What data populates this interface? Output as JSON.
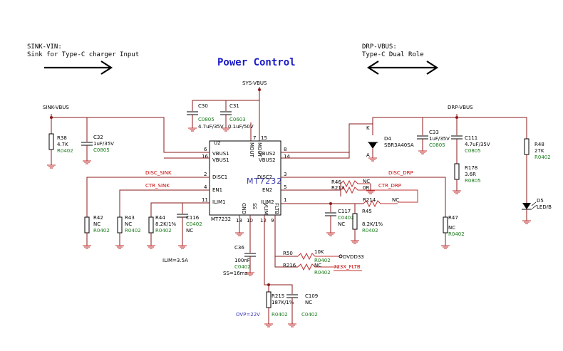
{
  "title": "Power Control",
  "notes": {
    "sink_vin_title": "SINK-VIN:",
    "sink_vin_desc": "Sink for Type-C charger Input",
    "drp_vbus_title": "DRP-VBUS:",
    "drp_vbus_desc": "Type-C Dual Role",
    "ilim": "ILIM=3.5A",
    "ss": "SS=16ms",
    "ovp": "OVP=22V"
  },
  "nets": {
    "sys_vbus": "SYS-VBUS",
    "sink_vbus": "SINK-VBUS",
    "drp_vbus": "DRP-VBUS",
    "disc_sink": "DISC_SINK",
    "ctr_sink": "CTR_SINK",
    "disc_drp": "DISC_DRP",
    "ctr_drp": "CTR_DRP",
    "dvdd33": "DVDD33",
    "fltb": "723X_FLTB"
  },
  "chip": {
    "ref": "U2",
    "part": "MT7232",
    "part_small": "MT7232"
  },
  "pins": {
    "vbus1a": "VBUS1",
    "vbus1b": "VBUS1",
    "disc1": "DISC1",
    "en1": "EN1",
    "ilim1": "ILIM1",
    "vbus2a": "VBUS2",
    "vbus2b": "VBUS2",
    "disc2": "DISC2",
    "en2": "EN2",
    "ilim2": "ILIM2",
    "mout1": "MOUT",
    "mout2": "MOUT",
    "gnd": "GND",
    "ss": "SS",
    "vlim": "VLIM",
    "fltb": "FLTB"
  },
  "pinnums": {
    "p6": "6",
    "p16": "16",
    "p2": "2",
    "p4": "4",
    "p11": "11",
    "p8": "8",
    "p14": "14",
    "p3": "3",
    "p5": "5",
    "p1": "1",
    "p7": "7",
    "p15": "15",
    "p13": "13",
    "p10": "10",
    "p12": "12",
    "p9": "9"
  },
  "parts": {
    "c30": {
      "ref": "C30",
      "pkg": "C0805",
      "val": "4.7uF/35V"
    },
    "c31": {
      "ref": "C31",
      "pkg": "C0603",
      "val": "0.1uF/50V"
    },
    "r38": {
      "ref": "R38",
      "val": "4.7K",
      "pkg": "R0402"
    },
    "c32": {
      "ref": "C32",
      "val": "1uF/35V",
      "pkg": "C0805"
    },
    "r42": {
      "ref": "R42",
      "val": "NC",
      "pkg": "R0402"
    },
    "r43": {
      "ref": "R43",
      "val": "NC",
      "pkg": "R0402"
    },
    "r44": {
      "ref": "R44",
      "val": "8.2K/1%",
      "pkg": "R0402"
    },
    "c116": {
      "ref": "C116",
      "pkg": "C0402",
      "val": "NC"
    },
    "c36": {
      "ref": "C36",
      "val": "100nF",
      "pkg": "C0402"
    },
    "r215": {
      "ref": "R215",
      "val": "187K/1%",
      "pkg": "R0402"
    },
    "c109": {
      "ref": "C109",
      "val": "NC",
      "pkg": "C0402"
    },
    "r50": {
      "ref": "R50",
      "val": "10K",
      "pkg": "R0402"
    },
    "r216": {
      "ref": "R216",
      "val": "NC",
      "pkg": "R0402"
    },
    "d4": {
      "ref": "D4",
      "val": "SBR3A40SA",
      "k": "K",
      "a": "A"
    },
    "c33": {
      "ref": "C33",
      "val": "1uF/35V",
      "pkg": "C0805"
    },
    "c111": {
      "ref": "C111",
      "val": "4.7uF/35V",
      "pkg": "C0805"
    },
    "r178": {
      "ref": "R178",
      "val": "3.6R",
      "pkg": "R0805"
    },
    "r48": {
      "ref": "R48",
      "val": "27K",
      "pkg": "R0402"
    },
    "d5": {
      "ref": "D5",
      "val": "LED/B"
    },
    "r47": {
      "ref": "R47",
      "val": "NC",
      "pkg": "R0402"
    },
    "r46": {
      "ref": "R46",
      "val": "NC"
    },
    "r213": {
      "ref": "R213",
      "val": "0R"
    },
    "r214": {
      "ref": "R214",
      "val": "NC"
    },
    "c117": {
      "ref": "C117",
      "pkg": "C0402",
      "val": "NC"
    },
    "r45": {
      "ref": "R45",
      "val": "8.2K/1%",
      "pkg": "R0402"
    }
  }
}
